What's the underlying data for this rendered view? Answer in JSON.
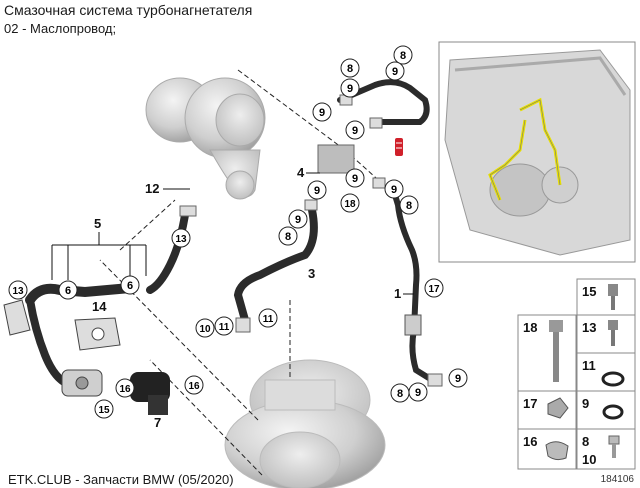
{
  "header": {
    "title": "Смазочная система турбонагнетателя",
    "subtitle": "02 - Маслопровод;"
  },
  "footer": {
    "text": "ETK.CLUB - Запчасти BMW (05/2020)",
    "image_ref": "184106"
  },
  "parts": {
    "p1": "1",
    "p3": "3",
    "p4": "4",
    "p5": "5",
    "p6": "6",
    "p7": "7",
    "p8": "8",
    "p9": "9",
    "p10": "10",
    "p11": "11",
    "p12": "12",
    "p13": "13",
    "p14": "14",
    "p15": "15",
    "p16": "16",
    "p17": "17",
    "p18": "18"
  },
  "colors": {
    "line": "#1a1a1a",
    "hose": "#2b2b2b",
    "highlight": "#e8e000",
    "red_part": "#d0202a",
    "panel_border": "#888888"
  }
}
